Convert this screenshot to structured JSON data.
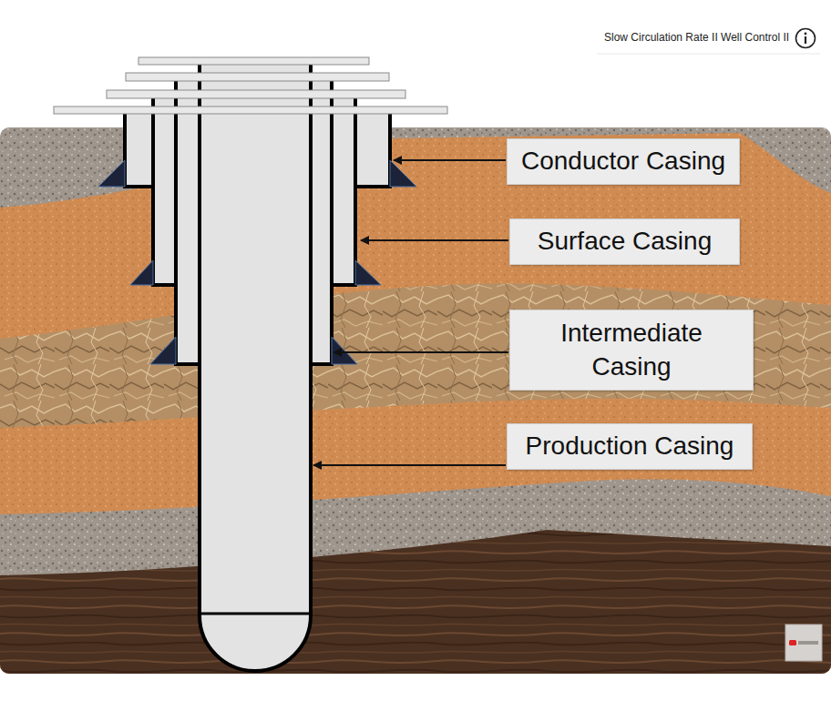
{
  "diagram": {
    "nodes": [
      {
        "text": [
          "Conductor Casing"
        ]
      },
      {
        "text": [
          "Surface Casing"
        ]
      },
      {
        "text": [
          "Intermediate Casing"
        ]
      },
      {
        "text": [
          "Production Casing"
        ]
      }
    ],
    "labels": [
      "Slow Circulation Rate II Well Control II"
    ]
  }
}
